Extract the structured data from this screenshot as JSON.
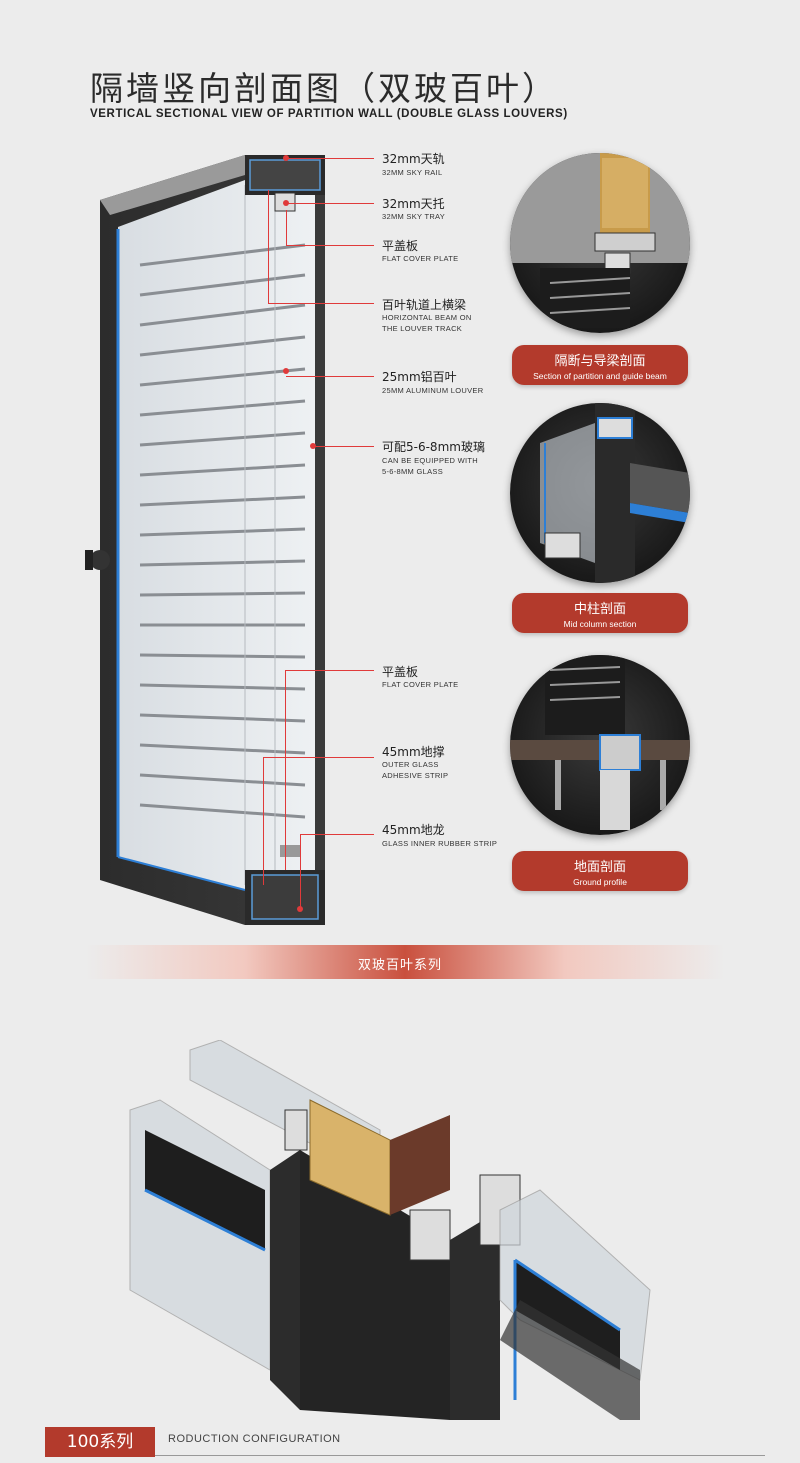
{
  "header": {
    "title_cn": "隔墙竖向剖面图（双玻百叶）",
    "title_en": "VERTICAL SECTIONAL VIEW OF PARTITION WALL (DOUBLE GLASS LOUVERS)"
  },
  "callouts": [
    {
      "cn": "32mm天轨",
      "en": [
        "32MM SKY RAIL"
      ]
    },
    {
      "cn": "32mm天托",
      "en": [
        "32MM SKY TRAY"
      ]
    },
    {
      "cn": "平盖板",
      "en": [
        "FLAT COVER PLATE"
      ]
    },
    {
      "cn": "百叶轨道上横梁",
      "en": [
        "HORIZONTAL BEAM ON",
        "THE LOUVER TRACK"
      ]
    },
    {
      "cn": "25mm铝百叶",
      "en": [
        "25MM ALUMINUM LOUVER"
      ]
    },
    {
      "cn": "可配5-6-8mm玻璃",
      "en": [
        "CAN BE EQUIPPED WITH",
        "5-6-8MM GLASS"
      ]
    },
    {
      "cn": "平盖板",
      "en": [
        "FLAT COVER PLATE"
      ]
    },
    {
      "cn": "45mm地撑",
      "en": [
        "OUTER GLASS",
        "ADHESIVE STRIP"
      ]
    },
    {
      "cn": "45mm地龙",
      "en": [
        "GLASS INNER RUBBER STRIP"
      ]
    }
  ],
  "details": [
    {
      "cn": "隔断与导梁剖面",
      "en": "Section of partition and guide beam"
    },
    {
      "cn": "中柱剖面",
      "en": "Mid column section"
    },
    {
      "cn": "地面剖面",
      "en": "Ground profile"
    }
  ],
  "band": {
    "text": "双玻百叶系列"
  },
  "footer": {
    "series": "100系列",
    "subtitle": "RODUCTION CONFIGURATION"
  },
  "colors": {
    "accent": "#b33a2c",
    "callout": "#e03a3a",
    "frame": "#2a2a2a",
    "blue": "#2d7fd6"
  }
}
